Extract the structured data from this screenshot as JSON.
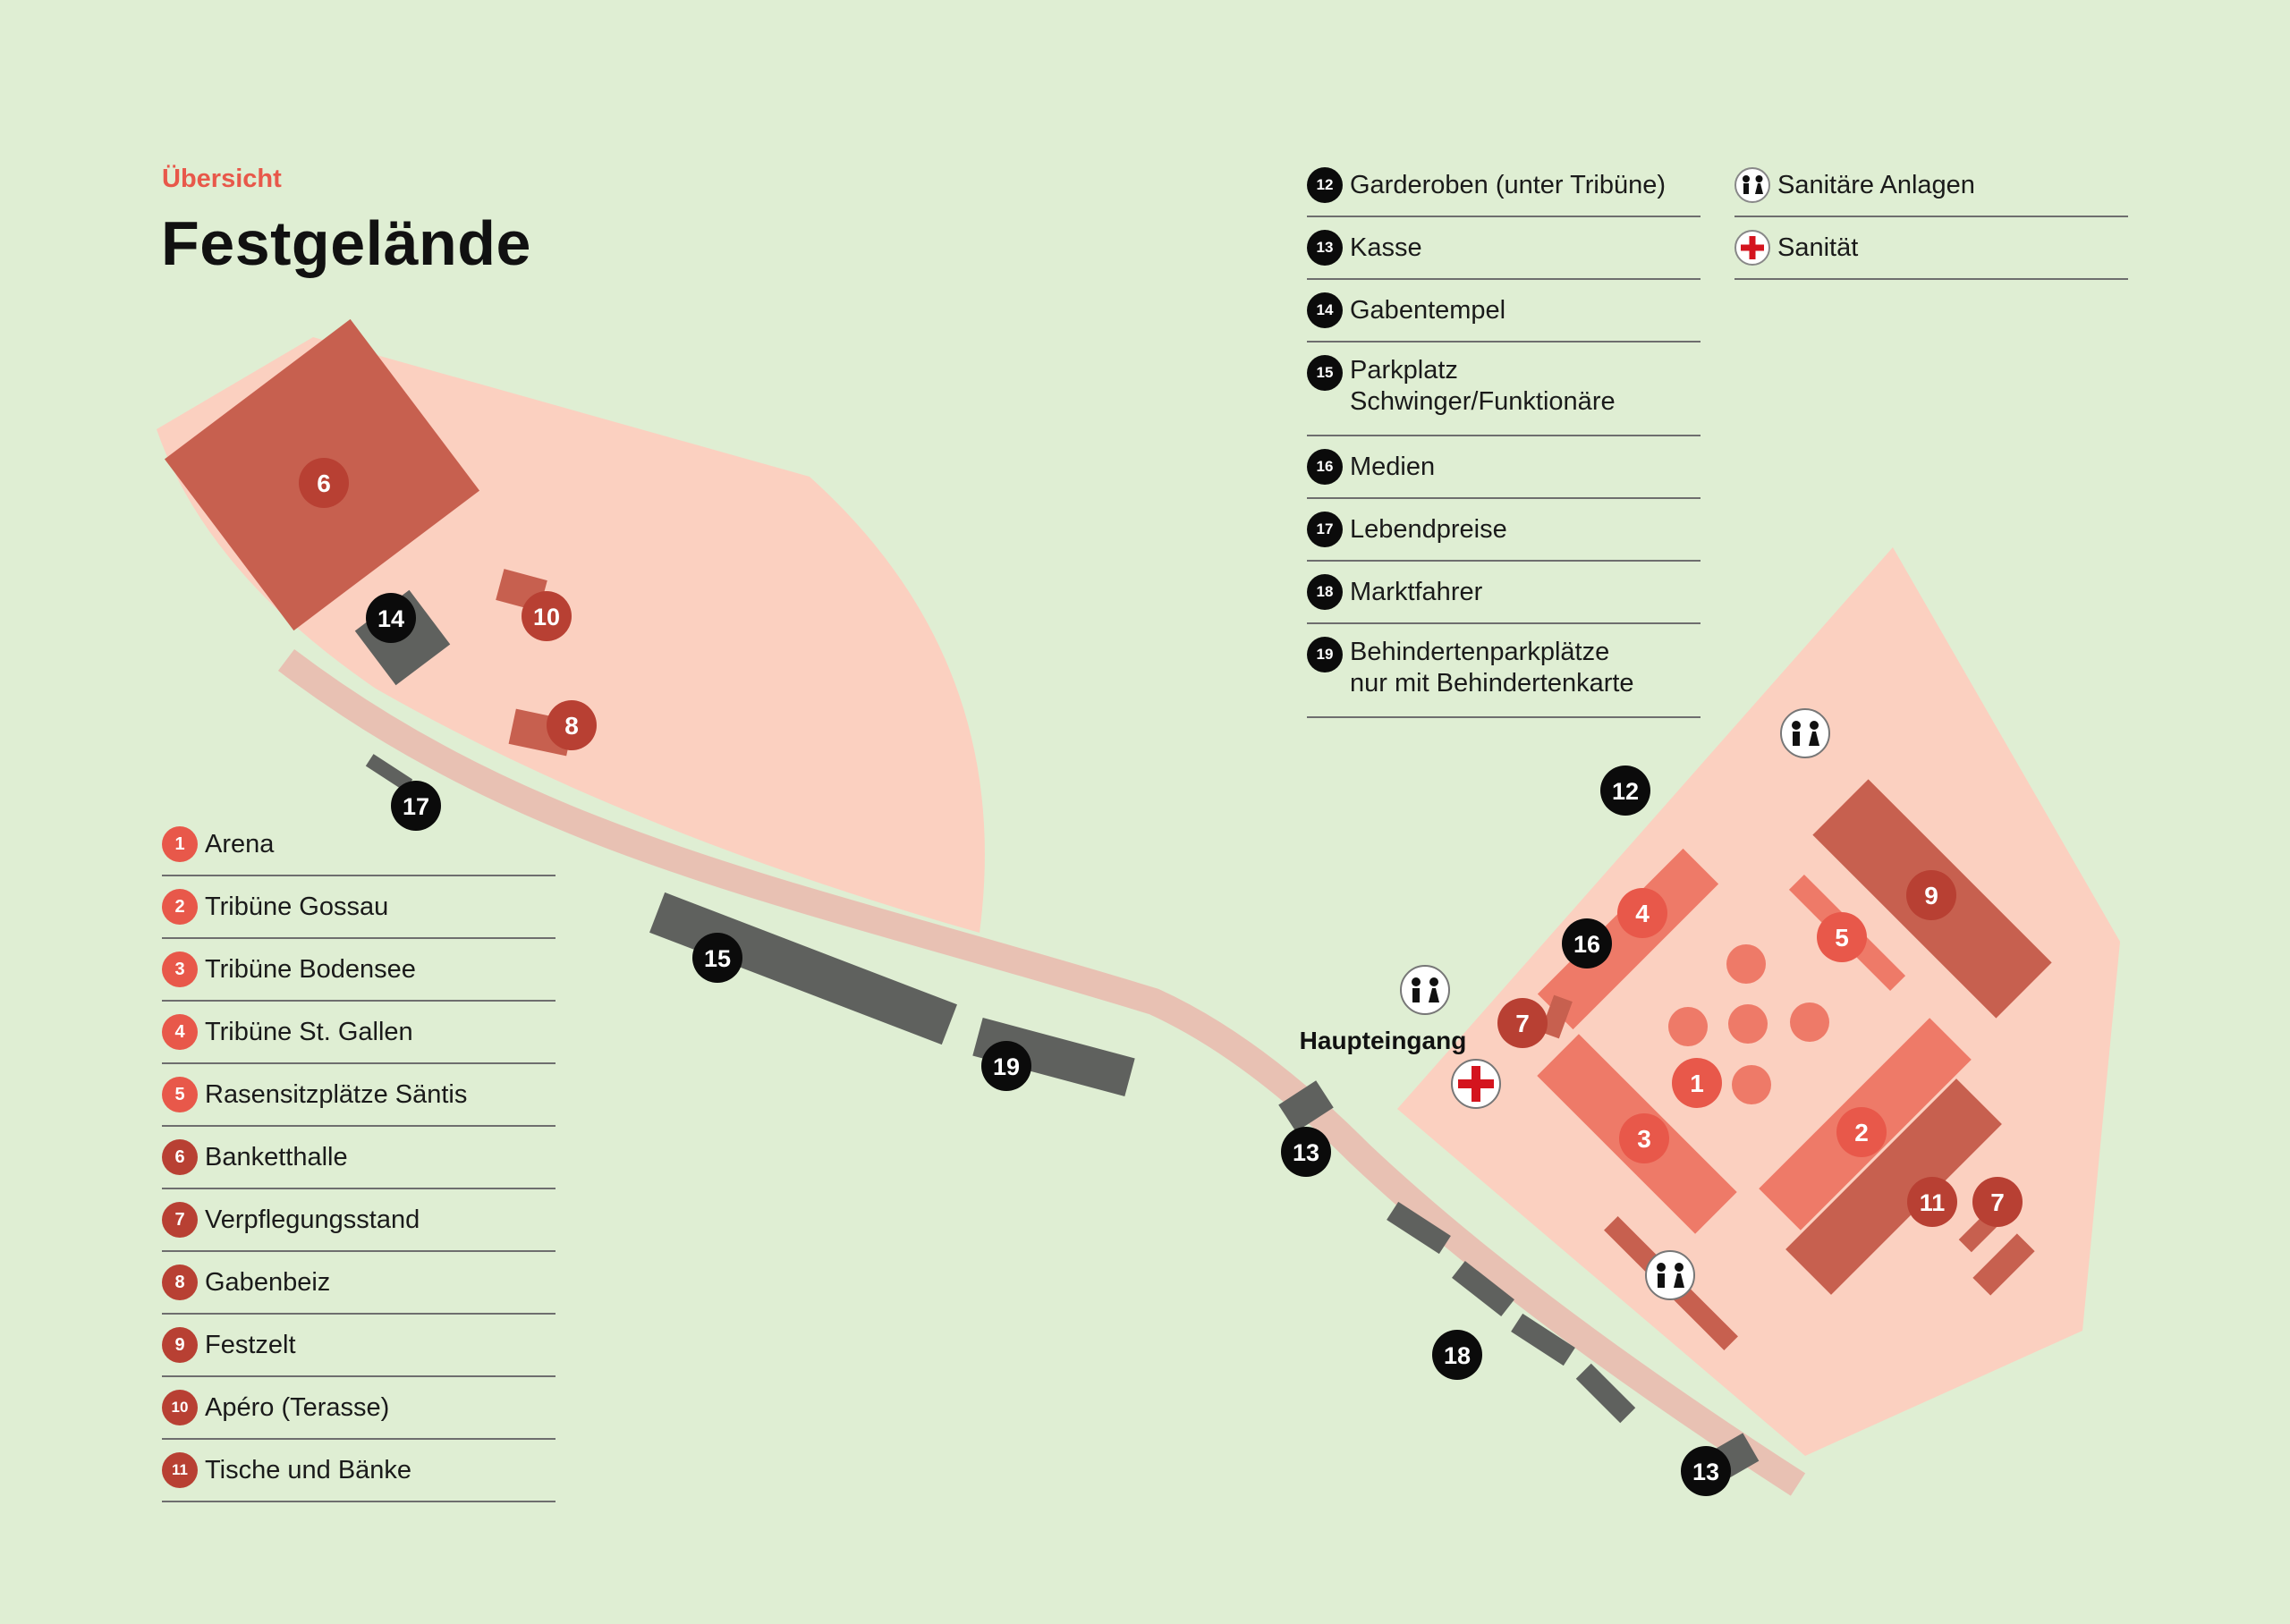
{
  "header": {
    "kicker": "Übersicht",
    "title": "Festgelände"
  },
  "legend_left": [
    {
      "num": "1",
      "label": "Arena"
    },
    {
      "num": "2",
      "label": "Tribüne Gossau"
    },
    {
      "num": "3",
      "label": "Tribüne Bodensee"
    },
    {
      "num": "4",
      "label": "Tribüne St. Gallen"
    },
    {
      "num": "5",
      "label": "Rasensitzplätze Säntis"
    },
    {
      "num": "6",
      "label": "Banketthalle"
    },
    {
      "num": "7",
      "label": "Verpflegungsstand"
    },
    {
      "num": "8",
      "label": "Gabenbeiz"
    },
    {
      "num": "9",
      "label": "Festzelt"
    },
    {
      "num": "10",
      "label": "Apéro (Terasse)"
    },
    {
      "num": "11",
      "label": "Tische und Bänke"
    }
  ],
  "legend_right": [
    {
      "num": "12",
      "label": "Garderoben (unter Tribüne)"
    },
    {
      "num": "13",
      "label": "Kasse"
    },
    {
      "num": "14",
      "label": "Gabentempel"
    },
    {
      "num": "15",
      "label": "Parkplatz\n Schwinger/Funktionäre"
    },
    {
      "num": "16",
      "label": "Medien"
    },
    {
      "num": "17",
      "label": "Lebendpreise"
    },
    {
      "num": "18",
      "label": "Marktfahrer"
    },
    {
      "num": "19",
      "label": "Behindertenparkplätze\n nur mit Behindertenkarte"
    }
  ],
  "legend_symbols": [
    {
      "icon": "restroom-icon",
      "label": "Sanitäre Anlagen"
    },
    {
      "icon": "first-aid-icon",
      "label": "Sanität"
    }
  ],
  "map": {
    "main_entrance_label": "Haupteingang",
    "markers": [
      "1",
      "2",
      "3",
      "4",
      "5",
      "6",
      "7",
      "7",
      "8",
      "9",
      "10",
      "11",
      "12",
      "13",
      "13",
      "14",
      "15",
      "16",
      "17",
      "18",
      "19"
    ]
  },
  "colors": {
    "background": "#dfeed3",
    "area": "#fbd0c0",
    "path": "#e8c1b3",
    "building_dark": "#c7604f",
    "building_light": "#ee7a68",
    "structure_gray": "#5f615e",
    "marker_red": "#e8584a",
    "marker_dark_red": "#b84033",
    "marker_black": "#0b0b0b"
  }
}
